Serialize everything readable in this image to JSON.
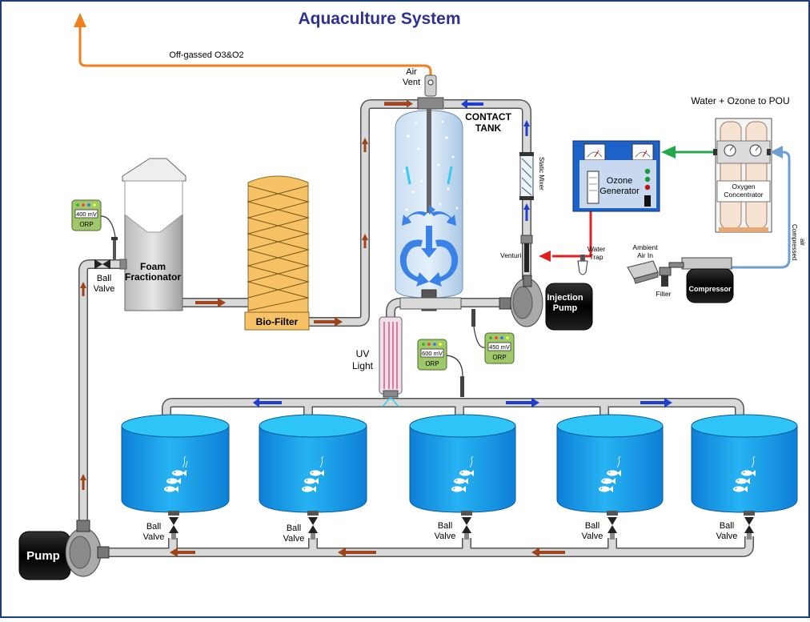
{
  "title": "Aquaculture System",
  "labels": {
    "offgas": "Off-gassed O3&O2",
    "air_vent_1": "Air",
    "air_vent_2": "Vent",
    "contact_tank_1": "CONTACT",
    "contact_tank_2": "TANK",
    "static_mixer": "Static Mixer",
    "water_ozone_pou": "Water + Ozone to POU",
    "oxygen_concentrator_1": "Oxygen",
    "oxygen_concentrator_2": "Concentrator",
    "ozone_generator_1": "Ozone",
    "ozone_generator_2": "Generator",
    "venturi": "Venturi",
    "water_trap_1": "Water",
    "water_trap_2": "Trap",
    "ambient_air_1": "Ambient",
    "ambient_air_2": "Air In",
    "filter": "Filter",
    "compressor": "Compressor",
    "compressed_air_1": "Compressed",
    "compressed_air_2": "air",
    "injection_pump_1": "Injection",
    "injection_pump_2": "Pump",
    "foam_fractionator_1": "Foam",
    "foam_fractionator_2": "Fractionator",
    "bio_filter": "Bio-Filter",
    "uv_light_1": "UV",
    "uv_light_2": "Light",
    "ball_valve_1": "Ball",
    "ball_valve_2": "Valve",
    "pump": "Pump"
  },
  "orp_meters": [
    {
      "reading": "400 mV",
      "label": "ORP"
    },
    {
      "reading": "600 mV",
      "label": "ORP"
    },
    {
      "reading": "450 mV",
      "label": "ORP"
    }
  ],
  "tank_valves": [
    {
      "line1": "Ball",
      "line2": "Valve"
    },
    {
      "line1": "Ball",
      "line2": "Valve"
    },
    {
      "line1": "Ball",
      "line2": "Valve"
    },
    {
      "line1": "Ball",
      "line2": "Valve"
    },
    {
      "line1": "Ball",
      "line2": "Valve"
    }
  ],
  "colors": {
    "title": "#2e3192",
    "pipe": "#d9d9d9",
    "pipe_edge": "#555555",
    "flow_arrow_return": "#a0441c",
    "flow_arrow_supply": "#1f3fd1",
    "offgas": "#f07f1e",
    "oxygen_line": "#22a84a",
    "air_line": "#6d9fd4",
    "ozone_line": "#e01f1f",
    "tank_water": "#1b9de8",
    "contact_tank": "#b8d7f0",
    "bio_filter": "#f7c266",
    "ozone_generator": "#1d62c9"
  }
}
